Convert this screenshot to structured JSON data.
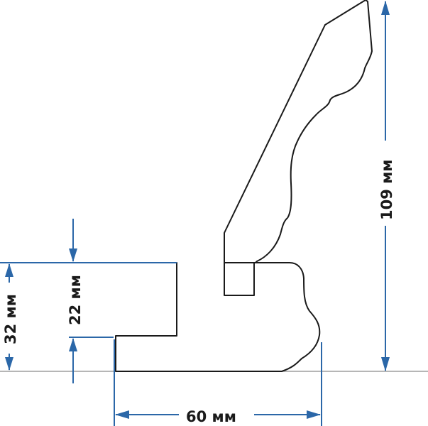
{
  "dimensions": {
    "height_total": "109 мм",
    "height_base": "32 мм",
    "height_step": "22 мм",
    "width": "60 мм"
  },
  "colors": {
    "dimension_line": "#2b67a8",
    "outline": "#1a1a1a",
    "baseline": "#8a8a8a",
    "background": "#ffffff"
  }
}
